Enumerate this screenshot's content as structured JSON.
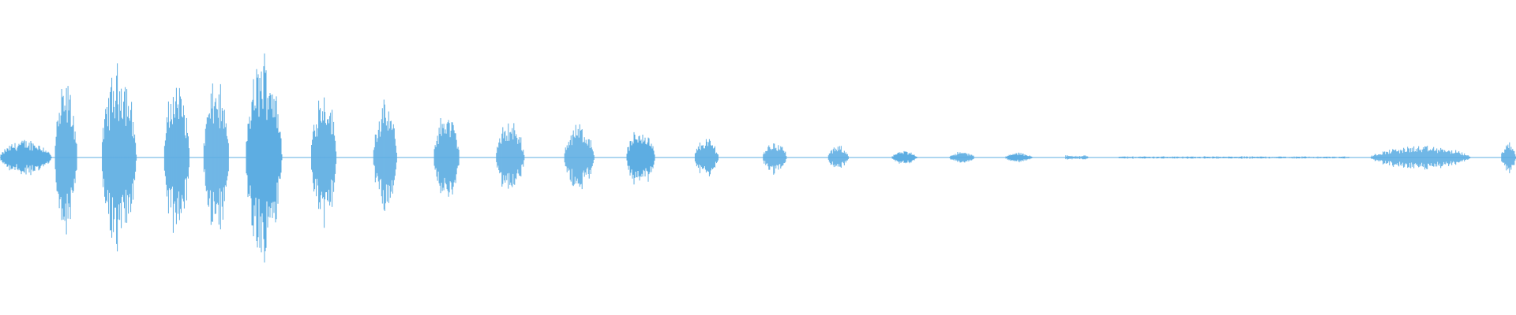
{
  "waveform": {
    "color": "#5dade2",
    "segments": [
      {
        "start": 0.0,
        "end": 0.034,
        "amp": 0.11
      },
      {
        "start": 0.036,
        "end": 0.051,
        "amp": 0.45
      },
      {
        "start": 0.067,
        "end": 0.09,
        "amp": 0.56
      },
      {
        "start": 0.108,
        "end": 0.125,
        "amp": 0.47
      },
      {
        "start": 0.134,
        "end": 0.151,
        "amp": 0.46
      },
      {
        "start": 0.162,
        "end": 0.186,
        "amp": 0.63
      },
      {
        "start": 0.205,
        "end": 0.222,
        "amp": 0.43
      },
      {
        "start": 0.246,
        "end": 0.262,
        "amp": 0.33
      },
      {
        "start": 0.286,
        "end": 0.303,
        "amp": 0.28
      },
      {
        "start": 0.327,
        "end": 0.346,
        "amp": 0.22
      },
      {
        "start": 0.372,
        "end": 0.392,
        "amp": 0.21
      },
      {
        "start": 0.413,
        "end": 0.432,
        "amp": 0.18
      },
      {
        "start": 0.458,
        "end": 0.474,
        "amp": 0.12
      },
      {
        "start": 0.503,
        "end": 0.519,
        "amp": 0.1
      },
      {
        "start": 0.546,
        "end": 0.56,
        "amp": 0.07
      },
      {
        "start": 0.588,
        "end": 0.605,
        "amp": 0.04
      },
      {
        "start": 0.626,
        "end": 0.643,
        "amp": 0.035
      },
      {
        "start": 0.663,
        "end": 0.681,
        "amp": 0.03
      },
      {
        "start": 0.703,
        "end": 0.718,
        "amp": 0.015
      },
      {
        "start": 0.738,
        "end": 0.89,
        "amp": 0.008
      },
      {
        "start": 0.904,
        "end": 0.97,
        "amp": 0.07
      },
      {
        "start": 0.99,
        "end": 1.0,
        "amp": 0.09
      }
    ]
  }
}
